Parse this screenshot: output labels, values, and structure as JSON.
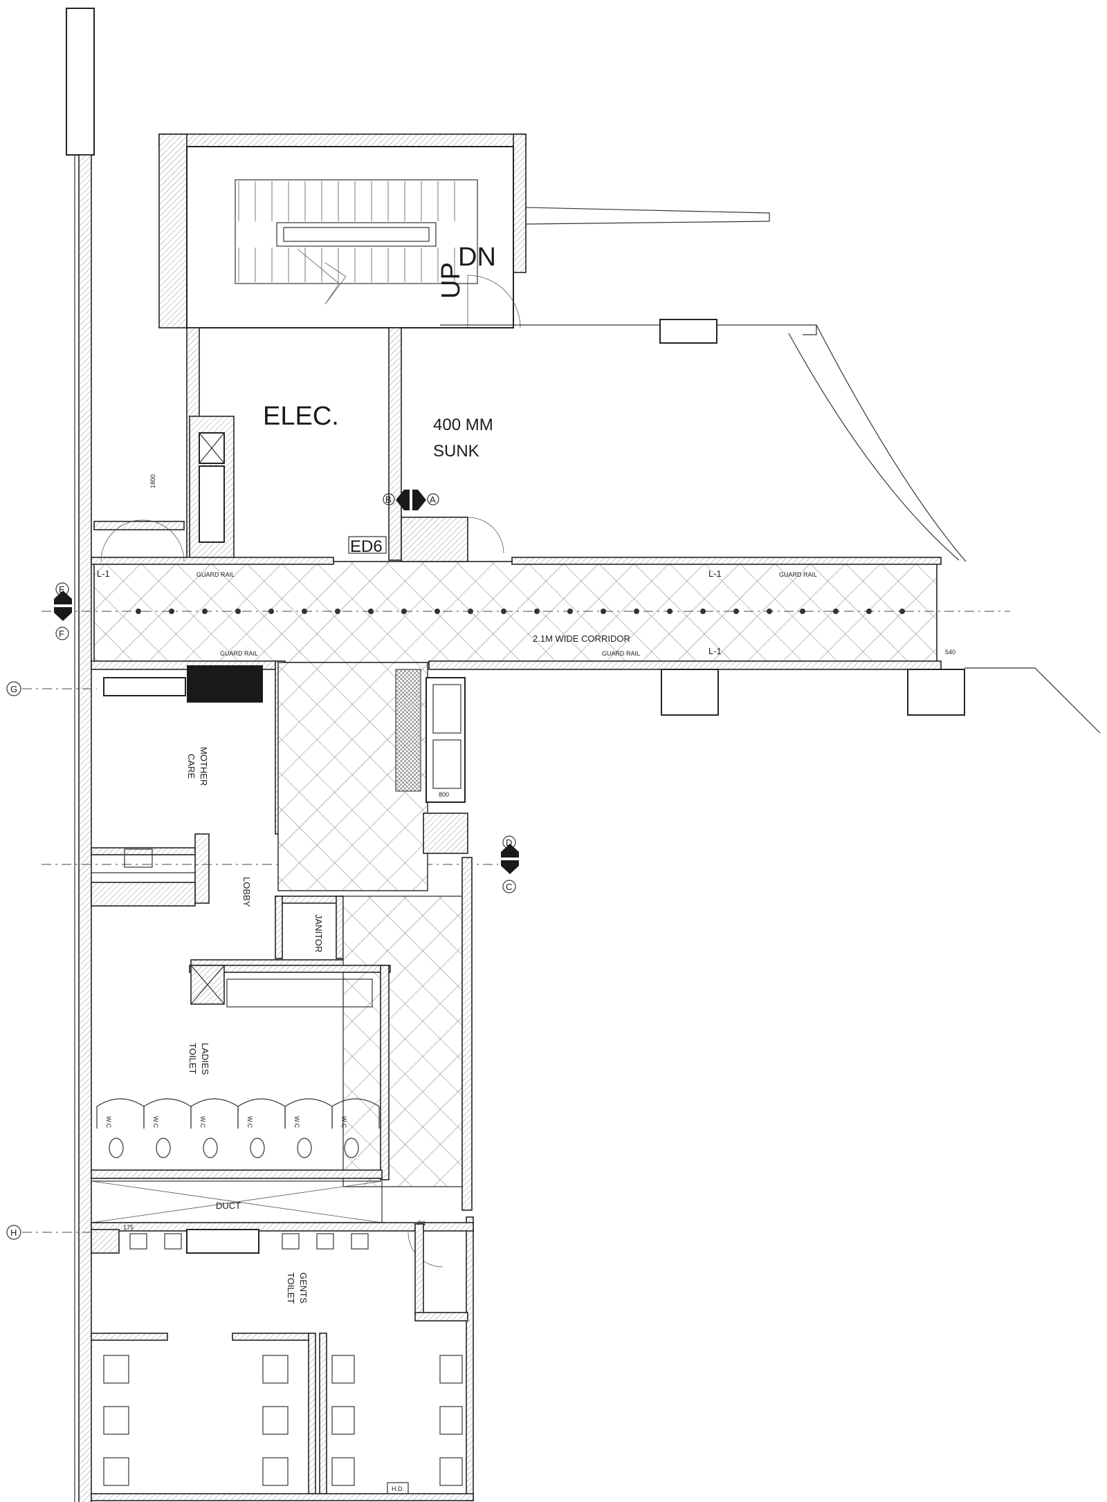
{
  "rooms": {
    "elec": "ELEC.",
    "sunk_line1": "400 MM",
    "sunk_line2": "SUNK",
    "mother_care_line1": "MOTHER",
    "mother_care_line2": "CARE",
    "lobby": "LOBBY",
    "janitor": "JANITOR",
    "ladies_line1": "LADIES",
    "ladies_line2": "TOILET",
    "duct": "DUCT",
    "gents_line1": "GENTS",
    "gents_line2": "TOILET",
    "hd": "H.D."
  },
  "stair": {
    "up": "UP",
    "dn": "DN"
  },
  "corridor": {
    "label": "2.1M WIDE CORRIDOR",
    "guard_rail": "GUARD RAIL",
    "level_tag": "L-1"
  },
  "door_tags": {
    "ed6": "ED6",
    "d1": "D1"
  },
  "wc_label": "W.C",
  "grid": {
    "A": "A",
    "B": "B",
    "C": "C",
    "D": "D",
    "E": "E",
    "F": "F",
    "G": "G",
    "H": "H"
  },
  "dimensions": {
    "d800": "800",
    "d1800": "1800",
    "d540": "540",
    "d175": "175"
  },
  "colors": {
    "line": "#222222",
    "hatch": "#555555",
    "solid": "#1a1a1a"
  }
}
